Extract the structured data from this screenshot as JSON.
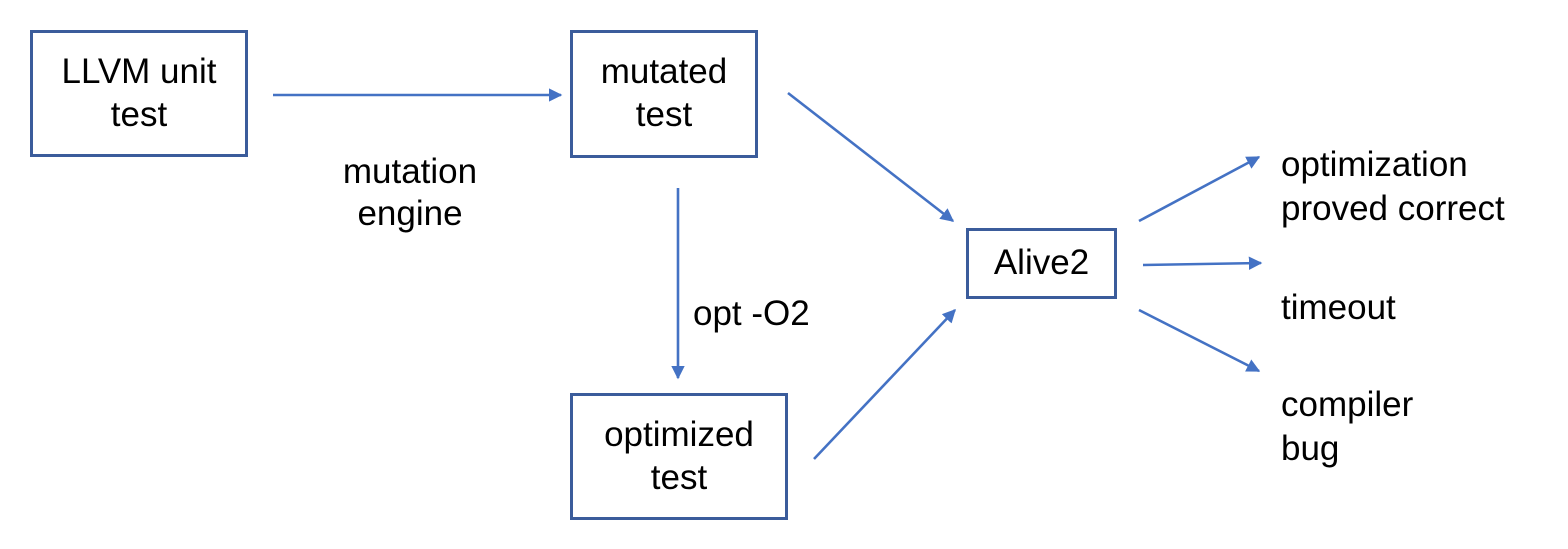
{
  "diagram": {
    "title": "LLVM mutation testing pipeline with Alive2",
    "background_color": "#ffffff",
    "node_border_color": "#3B5C9B",
    "arrow_color": "#4472C4",
    "text_color": "#000000",
    "nodes": [
      {
        "id": "llvm-unit-test",
        "label": "LLVM unit\ntest"
      },
      {
        "id": "mutated-test",
        "label": "mutated\ntest"
      },
      {
        "id": "optimized-test",
        "label": "optimized\ntest"
      },
      {
        "id": "alive2",
        "label": "Alive2"
      }
    ],
    "edge_labels": [
      {
        "id": "mutation-engine",
        "label": "mutation\nengine"
      },
      {
        "id": "opt-o2",
        "label": "opt -O2"
      }
    ],
    "outcomes": [
      {
        "id": "optimization-proved-correct",
        "label": "optimization\nproved correct"
      },
      {
        "id": "timeout",
        "label": "timeout"
      },
      {
        "id": "compiler-bug",
        "label": "compiler\nbug"
      }
    ],
    "edges": [
      {
        "from": "llvm-unit-test",
        "to": "mutated-test",
        "label": "mutation engine"
      },
      {
        "from": "mutated-test",
        "to": "optimized-test",
        "label": "opt -O2"
      },
      {
        "from": "mutated-test",
        "to": "alive2",
        "label": ""
      },
      {
        "from": "optimized-test",
        "to": "alive2",
        "label": ""
      },
      {
        "from": "alive2",
        "to": "optimization-proved-correct",
        "label": ""
      },
      {
        "from": "alive2",
        "to": "timeout",
        "label": ""
      },
      {
        "from": "alive2",
        "to": "compiler-bug",
        "label": ""
      }
    ]
  }
}
